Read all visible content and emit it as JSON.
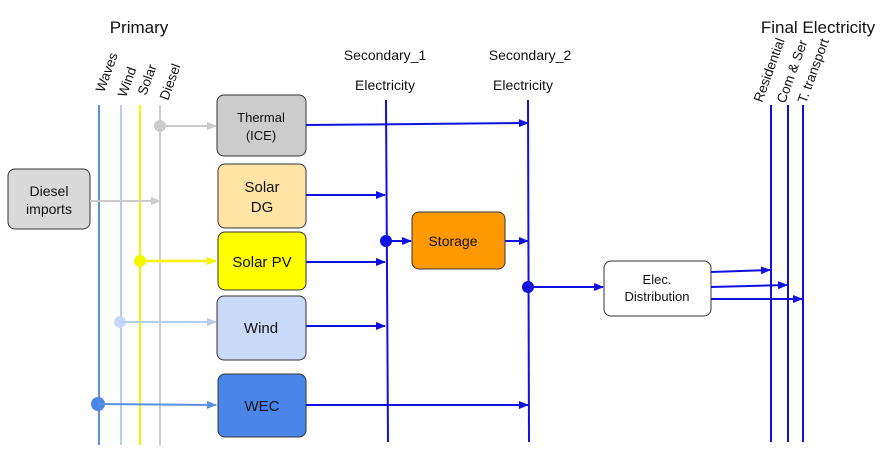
{
  "headers": {
    "primary": "Primary",
    "secondary_1": "Secondary_1",
    "secondary_2": "Secondary_2",
    "electricity_1": "Electricity",
    "electricity_2": "Electricity",
    "final": "Final Electricity"
  },
  "primary_fuels": [
    "Waves",
    "Wind",
    "Solar",
    "Diesel"
  ],
  "final_sectors": [
    "Residential",
    "Com & Ser",
    "T. transport"
  ],
  "boxes": {
    "diesel_imports": [
      "Diesel",
      "imports"
    ],
    "thermal": [
      "Thermal",
      "(ICE)"
    ],
    "solar_dg": [
      "Solar",
      "DG"
    ],
    "solar_pv": [
      "Solar PV"
    ],
    "wind": [
      "Wind"
    ],
    "wec": [
      "WEC"
    ],
    "storage": [
      "Storage"
    ],
    "distribution": [
      "Elec.",
      "Distribution"
    ]
  },
  "colors": {
    "waves": "#5b8fe0",
    "wind": "#b7cdec",
    "solar": "#f5f500",
    "diesel": "#cccccc",
    "electricity": "#1010e0",
    "thermal_fill": "#cccccc",
    "solar_dg_fill": "#ffe4a6",
    "solar_pv_fill": "#ffff00",
    "wind_fill": "#c9daf8",
    "wec_fill": "#4a86e8",
    "storage_fill": "#ff9900",
    "distribution_fill": "#ffffff",
    "diesel_imports_fill": "#d9d9d9"
  }
}
